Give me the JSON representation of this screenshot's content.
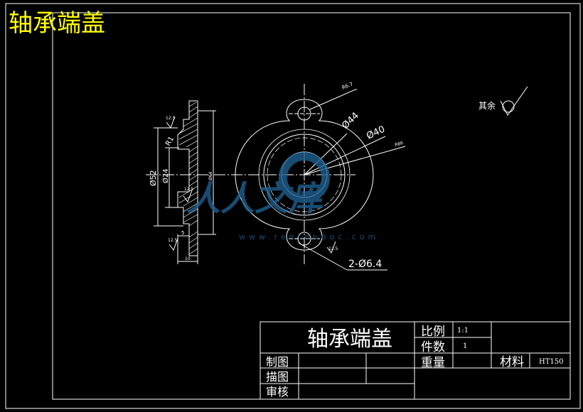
{
  "drawing": {
    "corner_title": "轴承端盖",
    "title_block": {
      "part_name": "轴承端盖",
      "scale_label": "比例",
      "scale_value": "1:1",
      "qty_label": "件数",
      "qty_value": "1",
      "weight_label": "重量",
      "material_label": "材料",
      "material_value": "HT150",
      "drawn_label": "制图",
      "traced_label": "描图",
      "checked_label": "审核"
    },
    "annotations": {
      "other_roughness": "其余",
      "r67": "R6.7",
      "d44": "Ø44",
      "d40": "Ø40",
      "r86": "R86",
      "holes": "2-Ø6.4",
      "rough_12_5_a": "12.5",
      "rough_12_5_b": "12.5",
      "rough_12_5_c": "12.5",
      "rough_12_5_d": "12.5",
      "d52": "Ø52",
      "d24": "Ø24",
      "d64": "Ø64",
      "r1": "R1",
      "dim5": "5",
      "dim10": "10"
    },
    "watermark": {
      "text": "人人文库",
      "url": "www.renrendoc.com"
    },
    "colors": {
      "background": "#000000",
      "lines": "#ffffff",
      "corner_title": "#ffff00",
      "watermark": "#1f5f8f"
    }
  }
}
